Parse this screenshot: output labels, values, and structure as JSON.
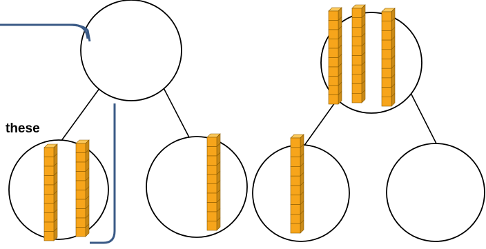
{
  "diagram": {
    "text_label": "these",
    "colors": {
      "stroke": "#000000",
      "frame": "#3a5a86",
      "cube_front": "#f7a51b",
      "cube_side": "#c98a18",
      "cube_top": "#fbc85a",
      "cube_line": "#8a5a00"
    },
    "trees": [
      {
        "name": "left-number-bond",
        "parts": [
          {
            "name": "whole",
            "rods": 0
          },
          {
            "name": "left-part",
            "rods": 2
          },
          {
            "name": "right-part",
            "rods": 1
          }
        ]
      },
      {
        "name": "right-number-bond",
        "parts": [
          {
            "name": "whole",
            "rods": 3
          },
          {
            "name": "left-part",
            "rods": 1
          },
          {
            "name": "right-part",
            "rods": 0
          }
        ]
      }
    ],
    "cubes_per_rod": 10,
    "icons": [
      "base-ten-rod-icon"
    ]
  }
}
